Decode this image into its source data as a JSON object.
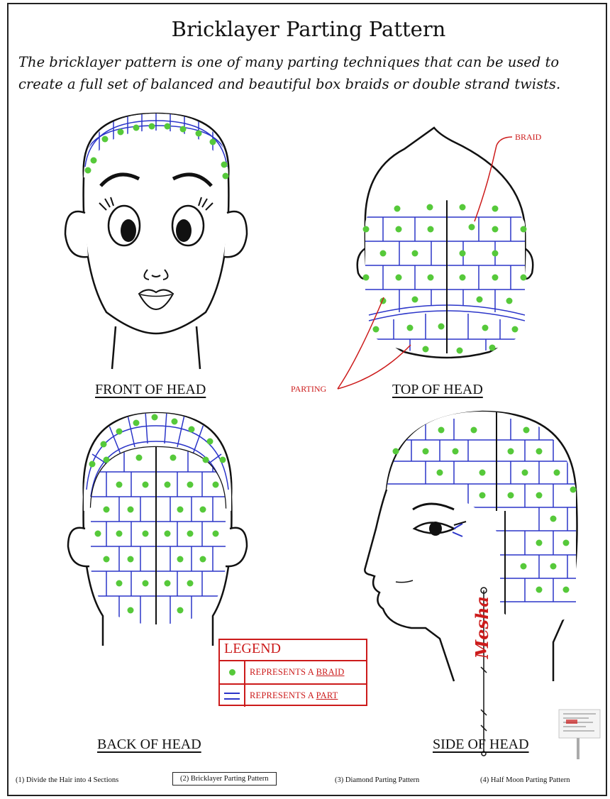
{
  "title": "Bricklayer Parting Pattern",
  "intro": "The bricklayer pattern is one of many parting techniques that can be used to create a full set of balanced and beautiful box braids or double strand twists.",
  "captions": {
    "front": "FRONT OF HEAD",
    "top": "TOP OF HEAD",
    "back": "BACK OF HEAD",
    "side": "SIDE OF HEAD"
  },
  "callouts": {
    "braid": "BRAID",
    "parting": "PARTING"
  },
  "legend": {
    "title": "LEGEND",
    "braid_prefix": "REPRESENTS A ",
    "braid_word": "BRAID",
    "part_prefix": "REPRESENTS A ",
    "part_word": "PART"
  },
  "signature": "Mesha",
  "footer": {
    "step1": "(1) Divide the Hair into 4 Sections",
    "step2": "(2) Bricklayer Parting Pattern",
    "step3": "(3) Diamond Parting Pattern",
    "step4": "(4) Half Moon Parting Pattern"
  },
  "colors": {
    "braid_dot": "#56c93a",
    "part_line": "#2b35c9",
    "annotation": "#cc1b1b"
  }
}
